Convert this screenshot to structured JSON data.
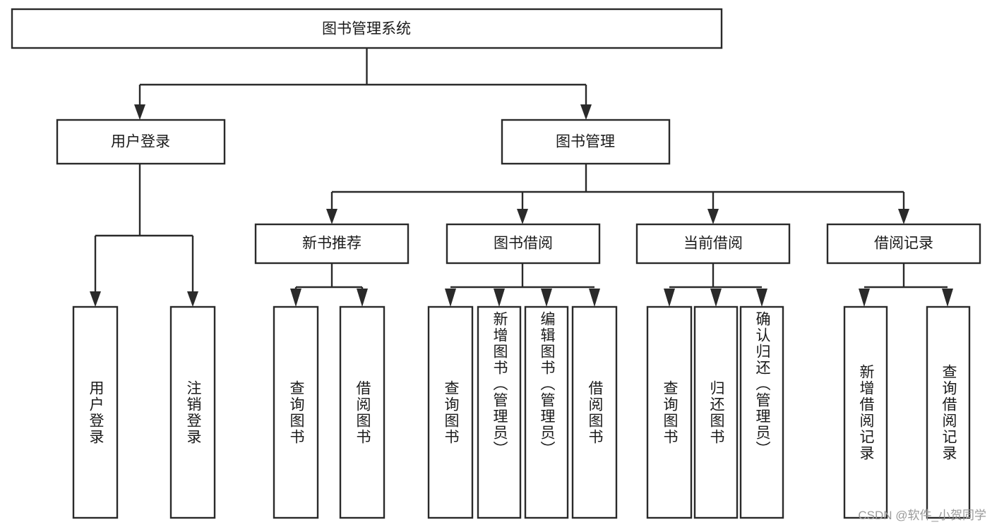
{
  "diagram": {
    "type": "tree-hierarchy",
    "title_node": "图书管理系统",
    "watermark": "CSDN @软件_小贺同学",
    "colors": {
      "box_stroke": "#2a2a2a",
      "box_fill": "#ffffff",
      "text": "#1a1a1a",
      "background": "#ffffff",
      "watermark": "#9a9a9a"
    },
    "nodes": {
      "root": {
        "label": "图书管理系统",
        "level": 1
      },
      "level2": [
        {
          "id": "user-login",
          "label": "用户登录"
        },
        {
          "id": "book-manage",
          "label": "图书管理"
        }
      ],
      "level3": [
        {
          "id": "new-book-recommend",
          "label": "新书推荐",
          "parent": "book-manage"
        },
        {
          "id": "book-borrow",
          "label": "图书借阅",
          "parent": "book-manage"
        },
        {
          "id": "current-borrow",
          "label": "当前借阅",
          "parent": "book-manage"
        },
        {
          "id": "borrow-record",
          "label": "借阅记录",
          "parent": "book-manage"
        }
      ],
      "leaves": [
        {
          "id": "leaf-user-login",
          "label": "用户登录",
          "parent": "user-login"
        },
        {
          "id": "leaf-logout-login",
          "label": "注销登录",
          "parent": "user-login"
        },
        {
          "id": "leaf-query-book-1",
          "label": "查询图书",
          "parent": "new-book-recommend"
        },
        {
          "id": "leaf-borrow-book-1",
          "label": "借阅图书",
          "parent": "new-book-recommend"
        },
        {
          "id": "leaf-query-book-2",
          "label": "查询图书",
          "parent": "book-borrow"
        },
        {
          "id": "leaf-add-book",
          "label": "新增图书（管理员）",
          "parent": "book-borrow"
        },
        {
          "id": "leaf-edit-book",
          "label": "编辑图书（管理员）",
          "parent": "book-borrow"
        },
        {
          "id": "leaf-borrow-book-2",
          "label": "借阅图书",
          "parent": "book-borrow"
        },
        {
          "id": "leaf-query-book-3",
          "label": "查询图书",
          "parent": "current-borrow"
        },
        {
          "id": "leaf-return-book",
          "label": "归还图书",
          "parent": "current-borrow"
        },
        {
          "id": "leaf-confirm-return",
          "label": "确认归还（管理员）",
          "parent": "current-borrow"
        },
        {
          "id": "leaf-add-record",
          "label": "新增借阅记录",
          "parent": "borrow-record"
        },
        {
          "id": "leaf-query-record",
          "label": "查询借阅记录",
          "parent": "borrow-record"
        }
      ]
    }
  }
}
